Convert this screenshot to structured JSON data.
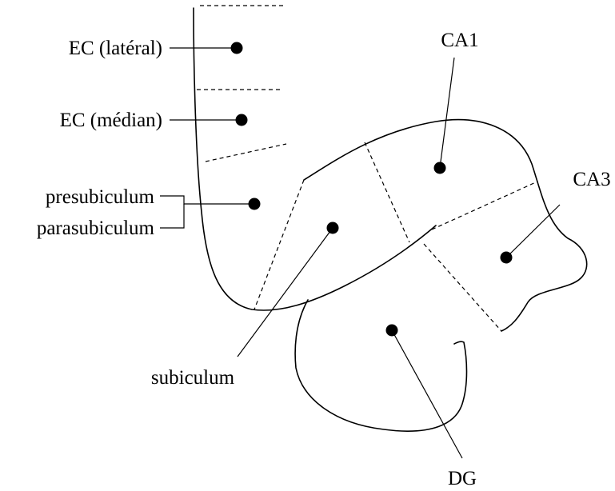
{
  "colors": {
    "background": "#ffffff",
    "ink": "#000000"
  },
  "labels": {
    "ec_lateral": "EC (latéral)",
    "ec_median": "EC (médian)",
    "presubiculum": "presubiculum",
    "parasubiculum": "parasubiculum",
    "subiculum": "subiculum",
    "ca1": "CA1",
    "ca3": "CA3",
    "dg": "DG"
  }
}
